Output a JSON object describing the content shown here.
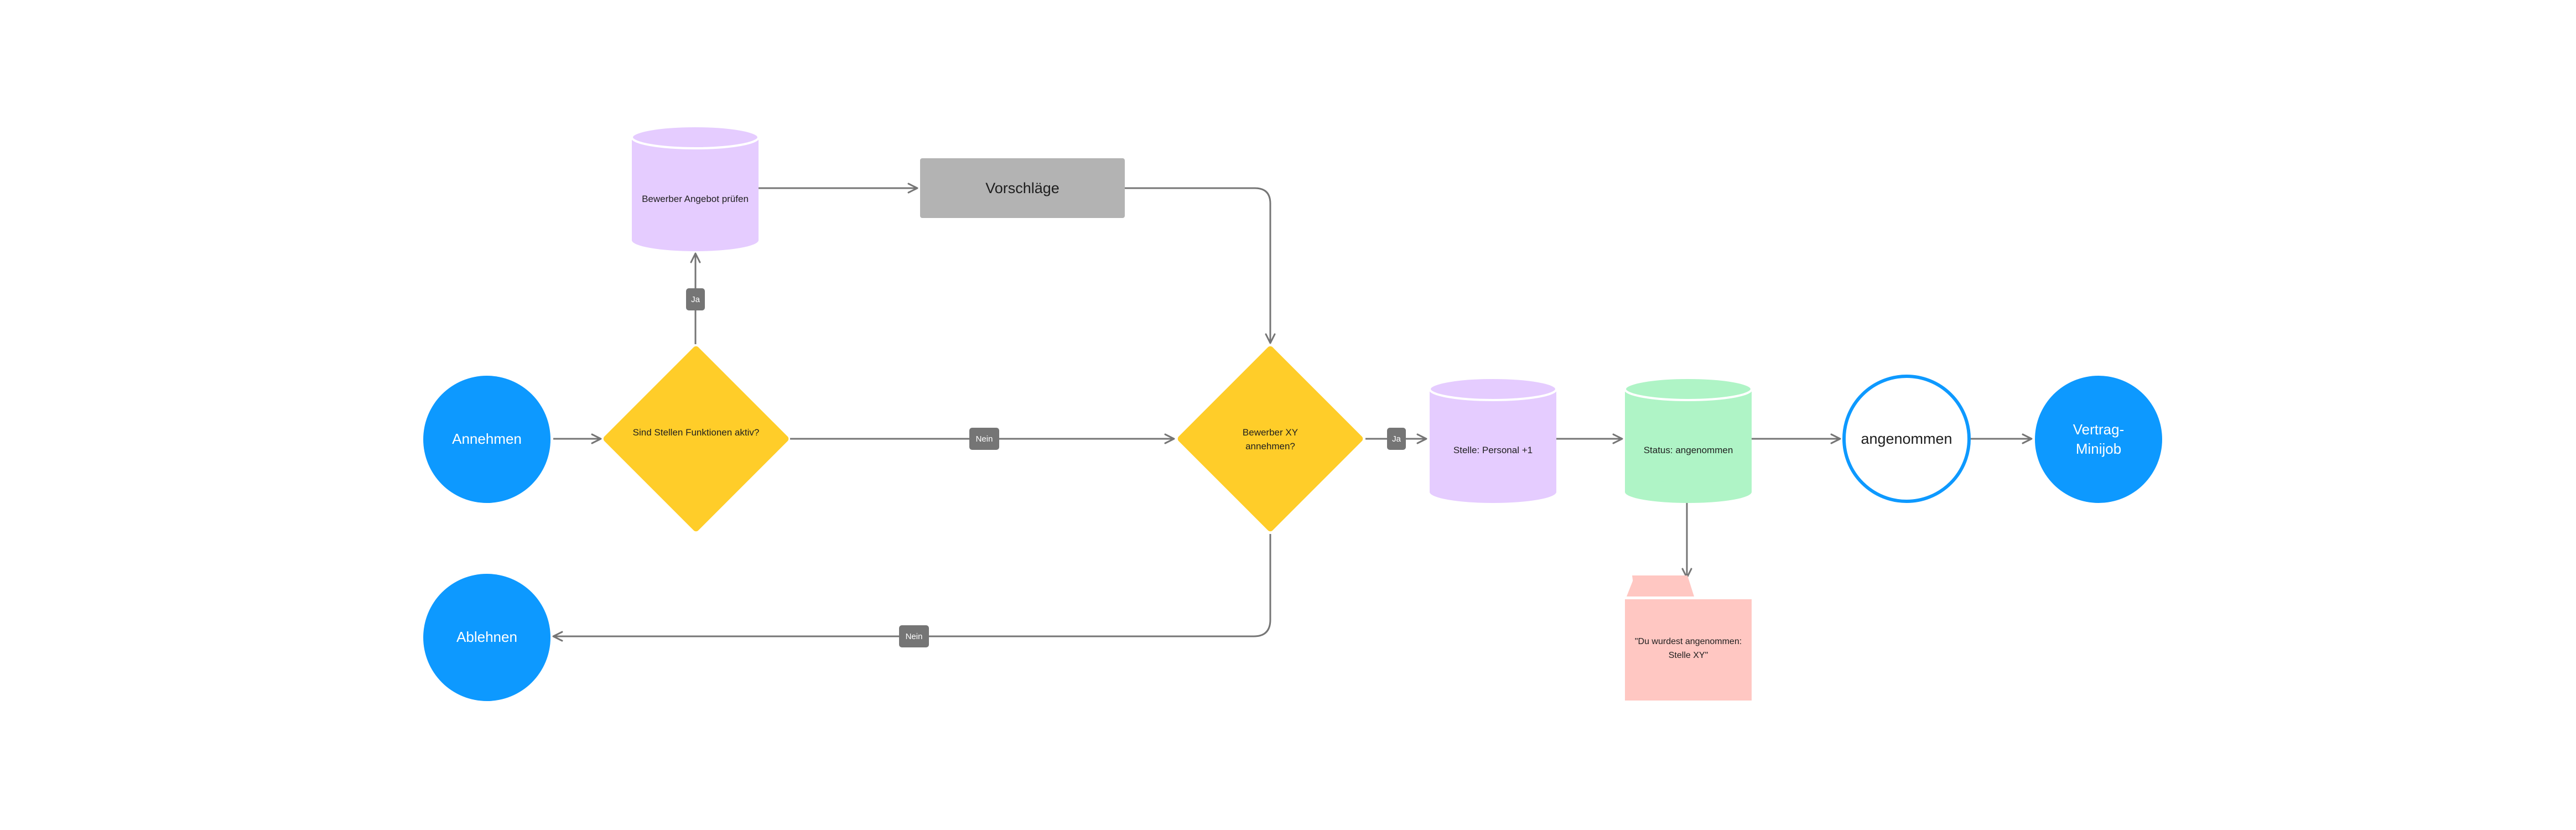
{
  "colors": {
    "circle_blue": "#0d99ff",
    "diamond_yellow": "#ffcd29",
    "cylinder_purple": "#e5ccff",
    "cylinder_green": "#aff4c6",
    "process_gray": "#b3b3b3",
    "note_pink": "#ffc7c2",
    "connector": "#757575",
    "badge": "#757575"
  },
  "nodes": {
    "annehmen": "Annehmen",
    "ablehnen": "Ablehnen",
    "sind_stellen": "Sind Stellen Funktionen aktiv?",
    "bewerber_angebot": "Bewerber Angebot prüfen",
    "vorschlaege": "Vorschläge",
    "bewerber_xy": "Bewerber XY annehmen?",
    "stelle_personal": "Stelle: Personal +1",
    "status_angenommen": "Status: angenommen",
    "angenommen": "angenommen",
    "vertrag_minijob": "Vertrag-Minijob",
    "note": "\"Du wurdest angenommen: Stelle XY\""
  },
  "edge_labels": {
    "ja_up": "Ja",
    "nein_middle": "Nein",
    "ja_right": "Ja",
    "nein_bottom": "Nein"
  }
}
